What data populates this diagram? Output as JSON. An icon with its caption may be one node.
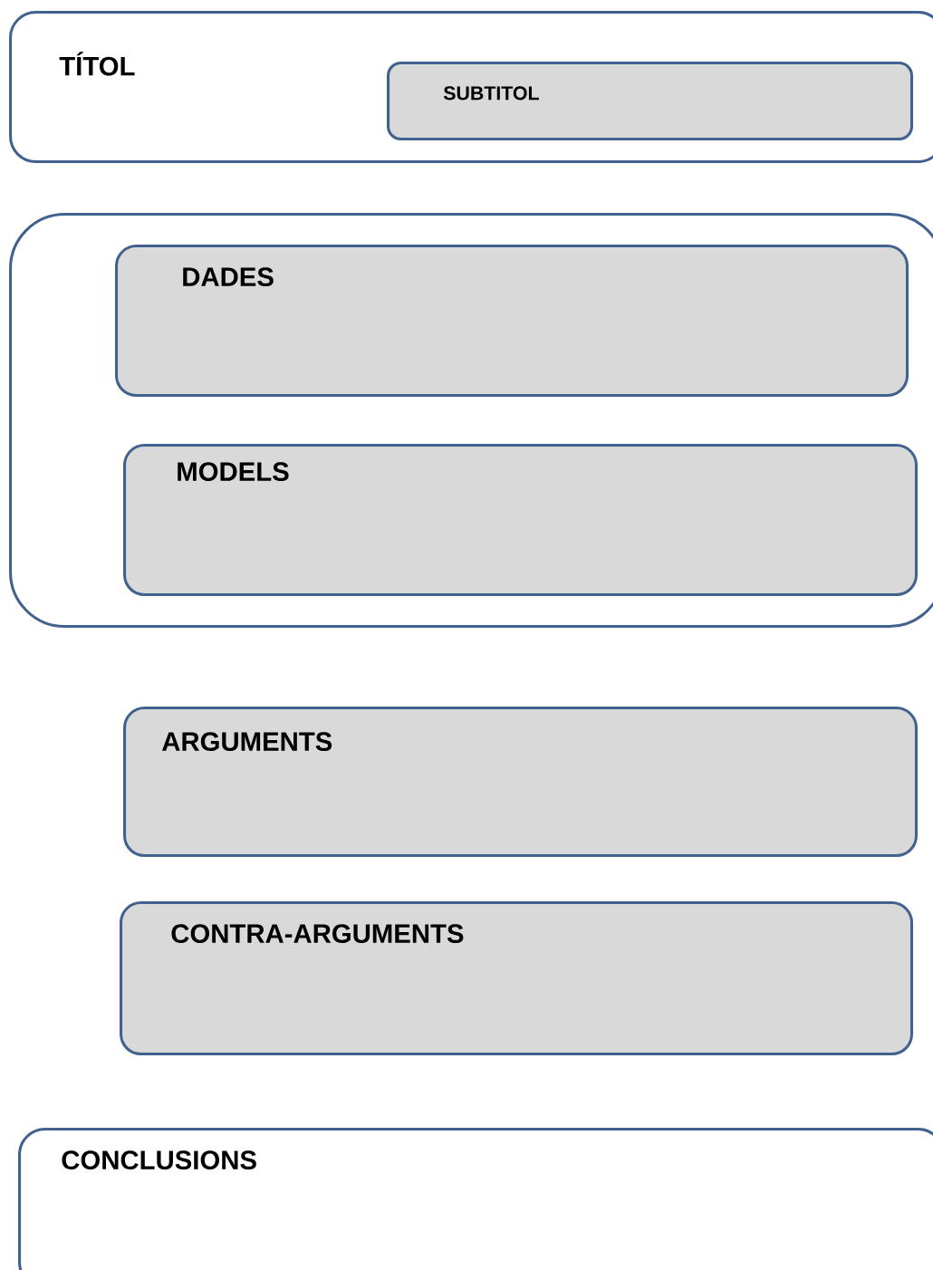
{
  "diagram": {
    "nodes": [
      {
        "text": [
          "TÍTOL"
        ]
      },
      {
        "text": [
          "SUBTITOL"
        ],
        "in": 0
      },
      {
        "text": [],
        "shape": "box"
      },
      {
        "text": [
          "DADES"
        ],
        "in": 2
      },
      {
        "text": [
          "MODELS"
        ],
        "in": 2
      },
      {
        "text": [
          "ARGUMENTS"
        ]
      },
      {
        "text": [
          "CONTRA-ARGUMENTS"
        ]
      },
      {
        "text": [
          "CONCLUSIONS"
        ]
      }
    ]
  }
}
